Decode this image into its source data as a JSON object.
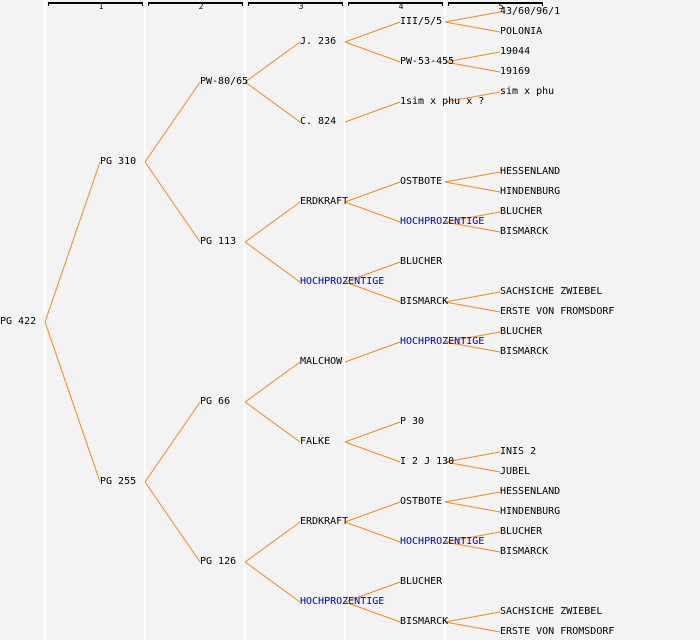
{
  "generations": [
    "1",
    "2",
    "3",
    "4",
    "5"
  ],
  "colors": {
    "link": "#f08c1e",
    "text": "#000000",
    "highlight": "#0000cc",
    "background": "#f3f3f3"
  },
  "tree": {
    "name": "PG 422",
    "children": [
      {
        "name": "PG 310",
        "children": [
          {
            "name": "PW-80/65",
            "children": [
              {
                "name": "J. 236",
                "children": [
                  {
                    "name": "III/5/5",
                    "children": [
                      {
                        "name": "43/60/96/1"
                      },
                      {
                        "name": "POLONIA"
                      }
                    ]
                  },
                  {
                    "name": "PW-53-455",
                    "children": [
                      {
                        "name": "19044"
                      },
                      {
                        "name": "19169"
                      }
                    ]
                  }
                ]
              },
              {
                "name": "C. 824",
                "children": [
                  {
                    "name": "1sim x phu x ?",
                    "children": [
                      {
                        "name": "sim x phu"
                      },
                      null
                    ]
                  },
                  null
                ]
              }
            ]
          },
          {
            "name": "PG 113",
            "children": [
              {
                "name": "ERDKRAFT",
                "children": [
                  {
                    "name": "OSTBOTE",
                    "children": [
                      {
                        "name": "HESSENLAND"
                      },
                      {
                        "name": "HINDENBURG"
                      }
                    ]
                  },
                  {
                    "name": "HOCHPROZENTIGE",
                    "highlight": true,
                    "children": [
                      {
                        "name": "BLUCHER"
                      },
                      {
                        "name": "BISMARCK"
                      }
                    ]
                  }
                ]
              },
              {
                "name": "HOCHPROZENTIGE",
                "highlight": true,
                "children": [
                  {
                    "name": "BLUCHER"
                  },
                  {
                    "name": "BISMARCK",
                    "children": [
                      {
                        "name": "SACHSICHE ZWIEBEL"
                      },
                      {
                        "name": "ERSTE VON FROMSDORF"
                      }
                    ]
                  }
                ]
              }
            ]
          }
        ]
      },
      {
        "name": "PG 255",
        "children": [
          {
            "name": "PG 66",
            "children": [
              {
                "name": "MALCHOW",
                "children": [
                  {
                    "name": "HOCHPROZENTIGE",
                    "highlight": true,
                    "children": [
                      {
                        "name": "BLUCHER"
                      },
                      {
                        "name": "BISMARCK"
                      }
                    ]
                  },
                  null
                ]
              },
              {
                "name": "FALKE",
                "children": [
                  {
                    "name": "P 30"
                  },
                  {
                    "name": "I 2 J 130",
                    "children": [
                      {
                        "name": "INIS 2"
                      },
                      {
                        "name": "JUBEL"
                      }
                    ]
                  }
                ]
              }
            ]
          },
          {
            "name": "PG 126",
            "children": [
              {
                "name": "ERDKRAFT",
                "children": [
                  {
                    "name": "OSTBOTE",
                    "children": [
                      {
                        "name": "HESSENLAND"
                      },
                      {
                        "name": "HINDENBURG"
                      }
                    ]
                  },
                  {
                    "name": "HOCHPROZENTIGE",
                    "highlight": true,
                    "children": [
                      {
                        "name": "BLUCHER"
                      },
                      {
                        "name": "BISMARCK"
                      }
                    ]
                  }
                ]
              },
              {
                "name": "HOCHPROZENTIGE",
                "highlight": true,
                "children": [
                  {
                    "name": "BLUCHER"
                  },
                  {
                    "name": "BISMARCK",
                    "children": [
                      {
                        "name": "SACHSICHE ZWIEBEL"
                      },
                      {
                        "name": "ERSTE VON FROMSDORF"
                      }
                    ]
                  }
                ]
              }
            ]
          }
        ]
      }
    ]
  }
}
